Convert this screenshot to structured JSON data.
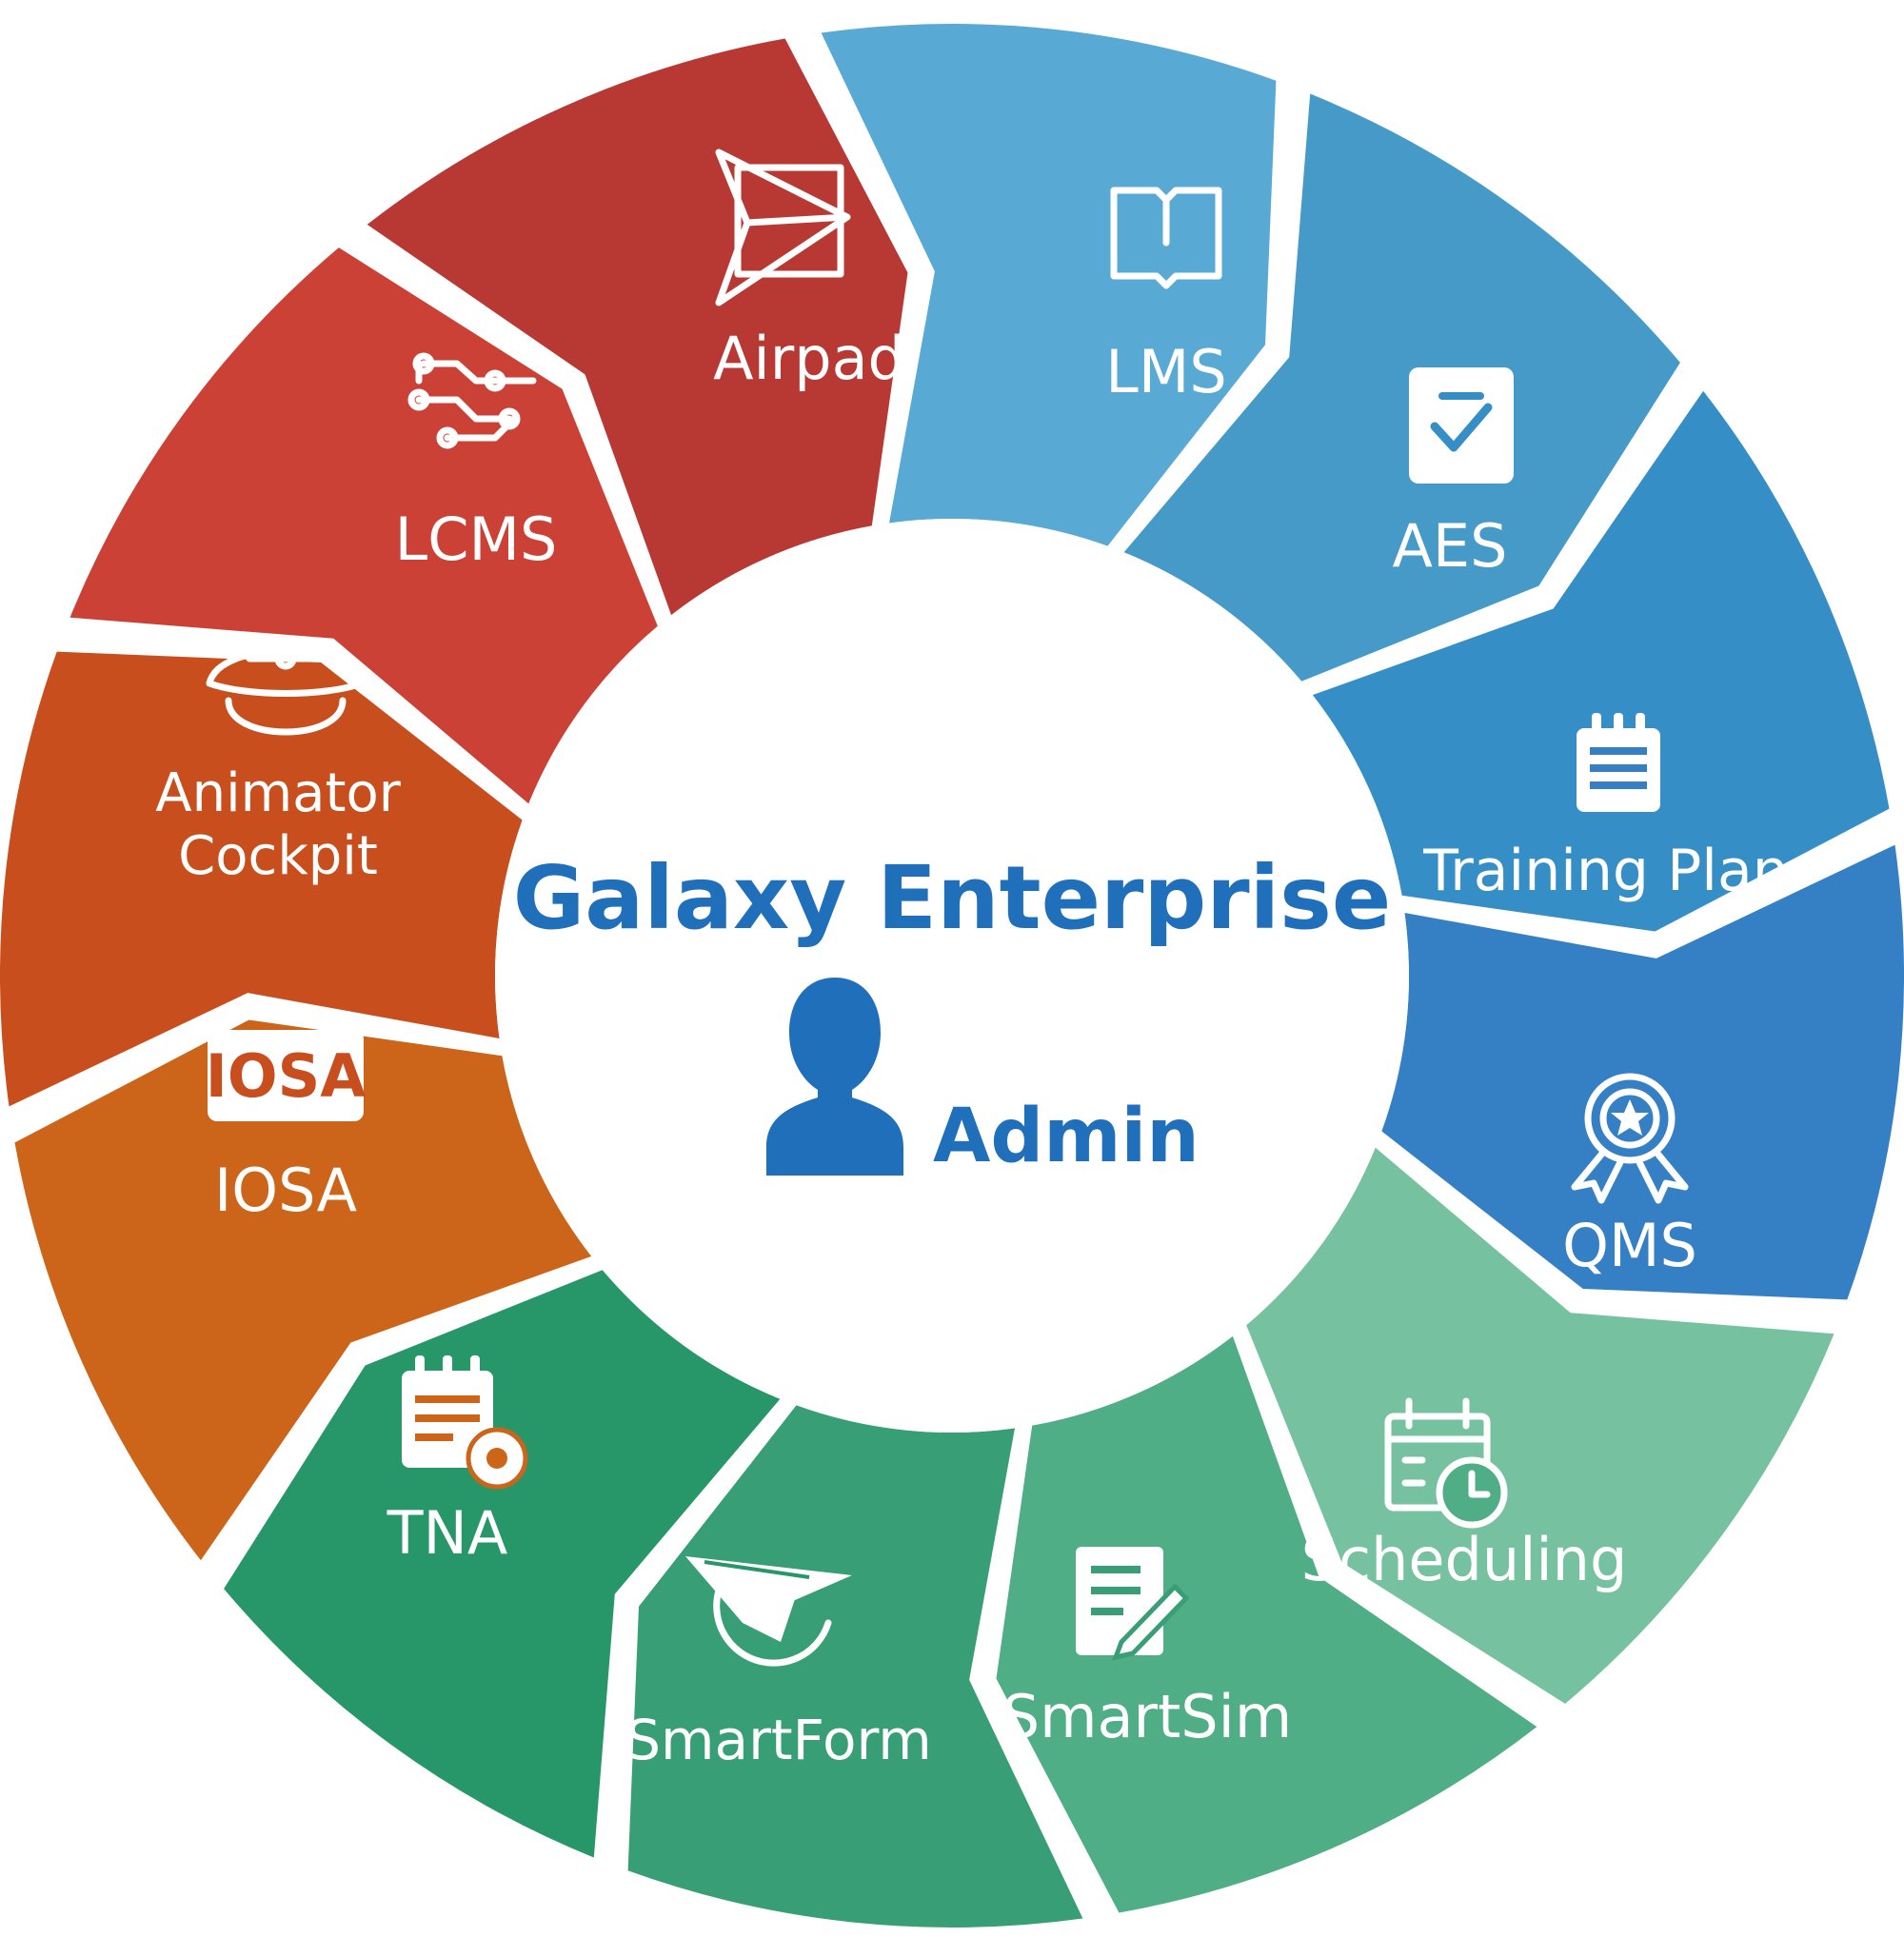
{
  "center": {
    "title": "Galaxy Enterprise",
    "role_label": "Admin",
    "role_icon": "user-icon",
    "color": "#1f6fba"
  },
  "modules": [
    {
      "id": "airpad",
      "label": "Airpad",
      "icon": "paper-plane-window-icon",
      "color": "#58a9d4"
    },
    {
      "id": "lms",
      "label": "LMS",
      "icon": "book-icon",
      "color": "#459ac8"
    },
    {
      "id": "aes",
      "label": "AES",
      "icon": "checklist-icon",
      "color": "#358ec6"
    },
    {
      "id": "training-plan",
      "label": "Training Plan",
      "icon": "notepad-icon",
      "color": "#3580c5"
    },
    {
      "id": "qms",
      "label": "QMS",
      "icon": "award-ribbon-icon",
      "color": "#76c19f"
    },
    {
      "id": "scheduling",
      "label": "Scheduling",
      "icon": "calendar-clock-icon",
      "color": "#4fae86"
    },
    {
      "id": "smartsim",
      "label": "SmartSim",
      "icon": "document-pen-icon",
      "color": "#389e76"
    },
    {
      "id": "smartform",
      "label": "SmartForm",
      "icon": "paper-plane-swoosh-icon",
      "color": "#279669"
    },
    {
      "id": "tna",
      "label": "TNA",
      "icon": "calendar-gear-icon",
      "color": "#cc6419"
    },
    {
      "id": "iosa",
      "label": "IOSA",
      "icon": "iosa-badge-icon",
      "badge_text": "IOSA",
      "color": "#c84e1e"
    },
    {
      "id": "animator-cockpit",
      "label_lines": [
        "Animator",
        "Cockpit"
      ],
      "icon": "pilot-cap-icon",
      "color": "#cc4136"
    },
    {
      "id": "lcms",
      "label": "LCMS",
      "icon": "circuit-icon",
      "color": "#b83934"
    }
  ]
}
